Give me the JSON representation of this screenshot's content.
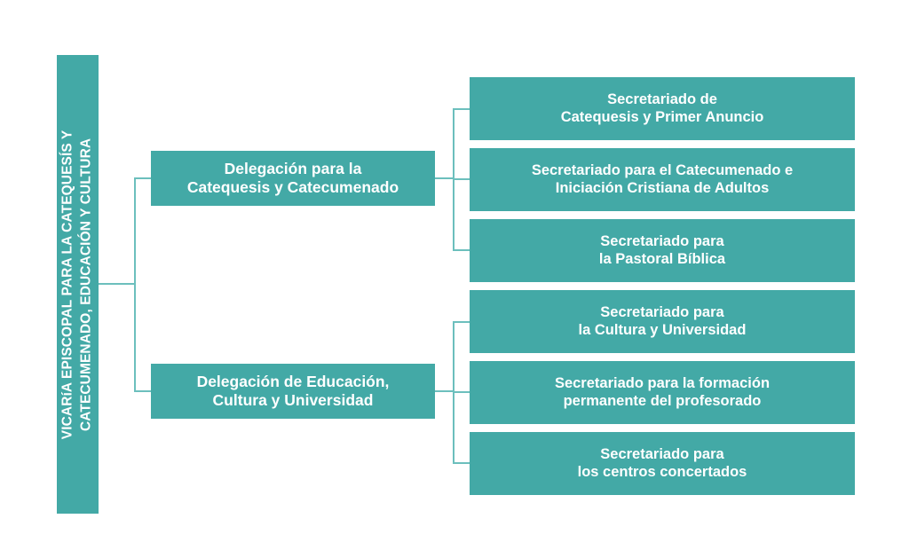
{
  "diagram": {
    "title_text": "VICARíA EPISCOPAL PARA LA CATEQUESÍS Y CATECUMENADO, EDUCACIÓN Y CULTURA",
    "colors": {
      "box_fill": "#43a9a6",
      "box_text": "#ffffff",
      "connector": "#6cbfbd",
      "background": "#ffffff"
    },
    "root": {
      "label": "VICARíA EPISCOPAL PARA LA CATEQUESÍS Y CATECUMENADO, EDUCACIÓN Y CULTURA",
      "line1": "VICARíA EPISCOPAL PARA LA CATEQUESÍS Y",
      "line2": "CATECUMENADO, EDUCACIÓN Y CULTURA",
      "orientation": "vertical"
    },
    "delegations": [
      {
        "line1": "Delegación para la",
        "line2": "Catequesis y Catecumenado",
        "secretariats": [
          {
            "line1": "Secretariado de",
            "line2": "Catequesis y Primer Anuncio"
          },
          {
            "line1": "Secretariado para el Catecumenado e",
            "line2": "Iniciación Cristiana de Adultos"
          },
          {
            "line1": "Secretariado para",
            "line2": "la Pastoral Bíblica"
          }
        ]
      },
      {
        "line1": "Delegación de Educación,",
        "line2": "Cultura y Universidad",
        "secretariats": [
          {
            "line1": "Secretariado para",
            "line2": "la Cultura y Universidad"
          },
          {
            "line1": "Secretariado para la formación",
            "line2": "permanente del profesorado"
          },
          {
            "line1": "Secretariado para",
            "line2": "los centros concertados"
          }
        ]
      }
    ]
  }
}
